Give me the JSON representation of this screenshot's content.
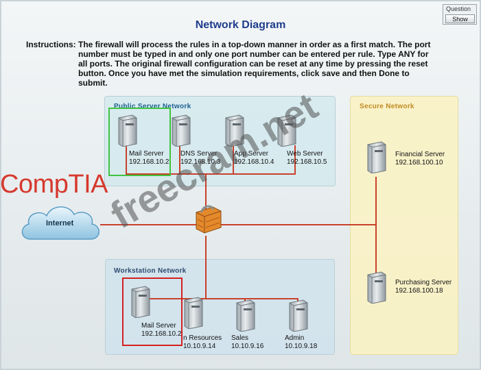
{
  "question_panel": {
    "label": "Question",
    "show_button": "Show"
  },
  "title": "Network Diagram",
  "instructions": {
    "label": "Instructions:",
    "text": "The firewall will process the rules in a top-down manner in order as a first match. The port number must be typed in and only one port number can be entered per rule. Type ANY for all ports. The original firewall configuration can be reset at any time by pressing the reset button. Once you have met the simulation requirements, click save and then Done to submit."
  },
  "zones": {
    "public": {
      "title": "Public Server Network"
    },
    "workstation": {
      "title": "Workstation Network"
    },
    "secure": {
      "title": "Secure Network"
    }
  },
  "internet_label": "Internet",
  "public_servers": [
    {
      "name": "Mail Server",
      "ip": "192.168.10.2"
    },
    {
      "name": "DNS Server",
      "ip": "192.168.10.3"
    },
    {
      "name": "App Server",
      "ip": "192.168.10.4"
    },
    {
      "name": "Web Server",
      "ip": "192.168.10.5"
    }
  ],
  "secure_servers": [
    {
      "name": "Financial Server",
      "ip": "192.168.100.10"
    },
    {
      "name": "Purchasing Server",
      "ip": "192.168.100.18"
    }
  ],
  "workstations": [
    {
      "name": "Mail Server",
      "ip": "192.168.10.2"
    },
    {
      "name": "n Resources",
      "ip": "10.10.9.14"
    },
    {
      "name": "Sales",
      "ip": "10.10.9.16"
    },
    {
      "name": "Admin",
      "ip": "10.10.9.18"
    }
  ],
  "overlay": {
    "logo": "CompTIA",
    "watermark": "freecram.net"
  },
  "colors": {
    "link": "#c8402a",
    "title": "#1e3c8c",
    "highlight_green": "#3fc23f",
    "highlight_red": "#d22020"
  }
}
